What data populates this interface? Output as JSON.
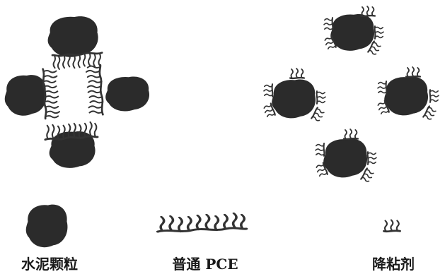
{
  "legend": {
    "cement_particle": "水泥颗粒",
    "ordinary_pce": "普通 PCE",
    "viscosity_reducer": "降粘剂"
  },
  "colors": {
    "particle_fill": "#2b2b2b",
    "polymer_stroke": "#333333",
    "label_text": "#1a1a1a",
    "background": "#ffffff"
  }
}
